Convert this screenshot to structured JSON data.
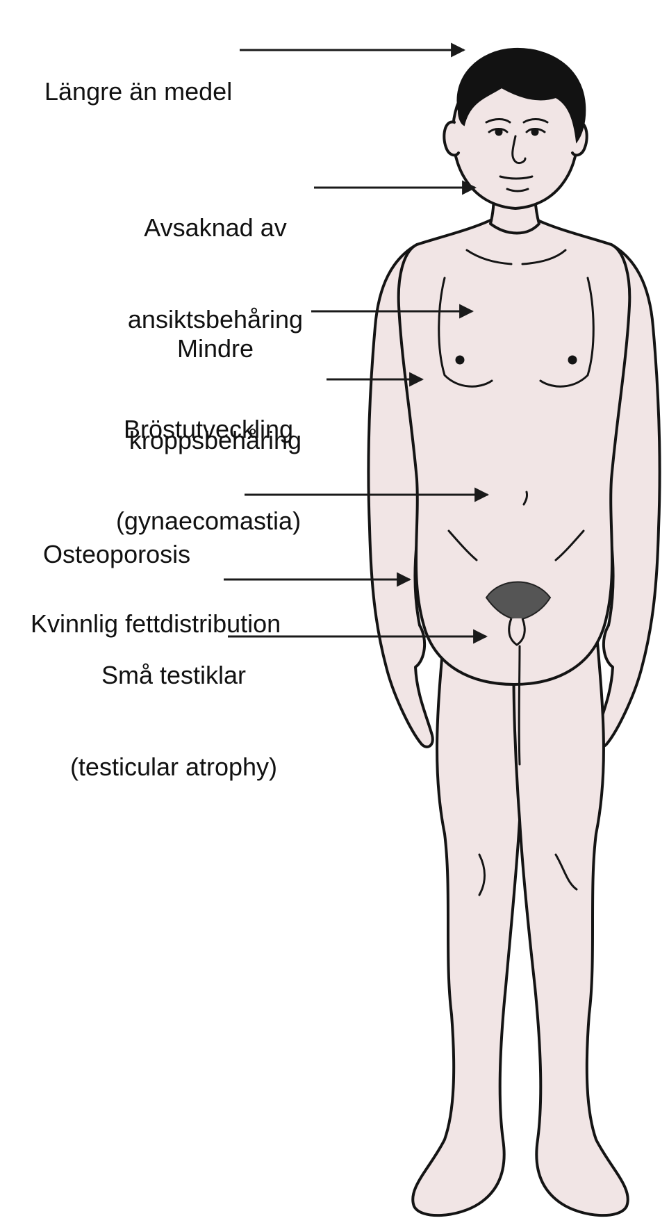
{
  "colors": {
    "skin": "#f1e5e5",
    "outline": "#141414",
    "hair": "#121212",
    "text": "#111111",
    "arrow": "#1a1a1a"
  },
  "callouts": [
    {
      "id": "taller",
      "lines": [
        "Längre än medel"
      ]
    },
    {
      "id": "facial-hair",
      "lines": [
        "Avsaknad av",
        "ansiktsbehåring"
      ]
    },
    {
      "id": "body-hair",
      "lines": [
        "Mindre",
        "kroppsbehåring"
      ]
    },
    {
      "id": "breast",
      "lines": [
        "Bröstutveckling",
        "(gynaecomastia)"
      ]
    },
    {
      "id": "osteoporosis",
      "lines": [
        "Osteoporosis"
      ]
    },
    {
      "id": "fat",
      "lines": [
        "Kvinnlig fettdistribution"
      ]
    },
    {
      "id": "testes",
      "lines": [
        "Små testiklar",
        "(testicular atrophy)"
      ]
    }
  ]
}
